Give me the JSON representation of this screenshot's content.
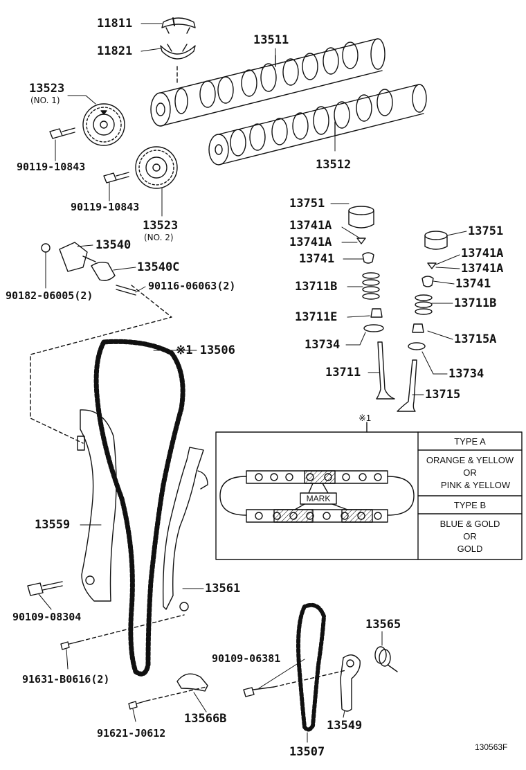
{
  "parts": {
    "p11811": "11811",
    "p11821": "11821",
    "p13511": "13511",
    "p13512": "13512",
    "p13523a": "13523",
    "p13523a_sub": "(NO. 1)",
    "p13523b": "13523",
    "p13523b_sub": "(NO. 2)",
    "p90119a": "90119-10843",
    "p90119b": "90119-10843",
    "p13540": "13540",
    "p13540c": "13540C",
    "p90182": "90182-06005(2)",
    "p90116": "90116-06063(2)",
    "p13751a": "13751",
    "p13741a1": "13741A",
    "p13741a2": "13741A",
    "p13741a": "13741",
    "p13711b_a": "13711B",
    "p13711e": "13711E",
    "p13734a": "13734",
    "p13711": "13711",
    "p13751b": "13751",
    "p13741a3": "13741A",
    "p13741a4": "13741A",
    "p13741b": "13741",
    "p13711b_b": "13711B",
    "p13715a": "13715A",
    "p13734b": "13734",
    "p13715": "13715",
    "p13506": "※1 13506",
    "p13559": "13559",
    "p13561": "13561",
    "p90109a": "90109-08304",
    "p91631": "91631-B0616(2)",
    "p90109b": "90109-06381",
    "p13565": "13565",
    "p13566b": "13566B",
    "p91621": "91621-J0612",
    "p13549": "13549",
    "p13507": "13507"
  },
  "inset": {
    "marker": "※1",
    "mark_label": "MARK",
    "type_a": "TYPE A",
    "type_a_line1": "ORANGE & YELLOW",
    "type_a_line2": "OR",
    "type_a_line3": "PINK & YELLOW",
    "type_b": "TYPE B",
    "type_b_line1": "BLUE & GOLD",
    "type_b_line2": "OR",
    "type_b_line3": "GOLD"
  },
  "ref_code": "130563F",
  "colors": {
    "ink": "#111111",
    "background": "#ffffff"
  }
}
